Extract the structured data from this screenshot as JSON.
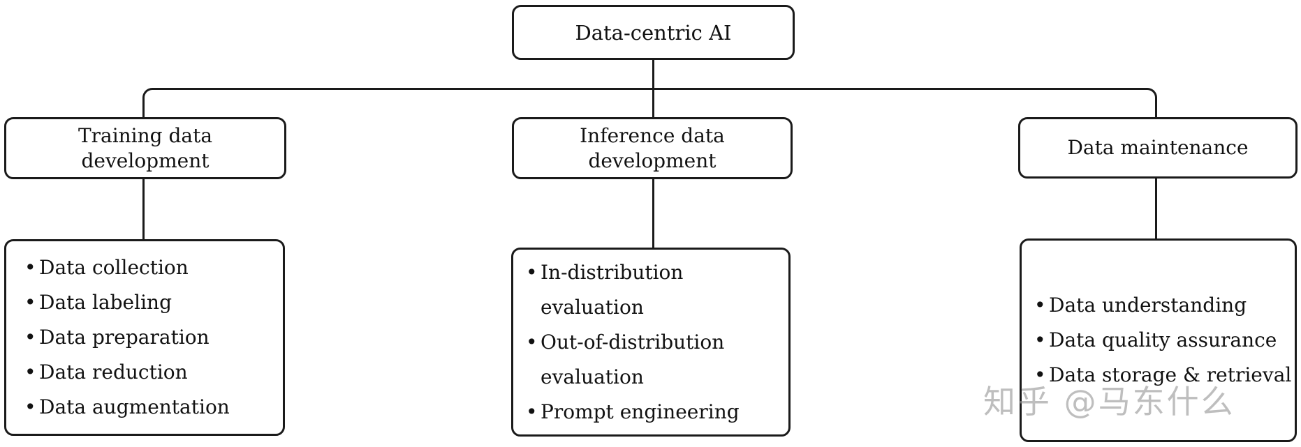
{
  "diagram": {
    "root": {
      "title": "Data-centric AI"
    },
    "bullet_char": "•",
    "branches": [
      {
        "title_lines": [
          "Training data",
          "development"
        ],
        "items": [
          {
            "lines": [
              "Data collection"
            ]
          },
          {
            "lines": [
              "Data labeling"
            ]
          },
          {
            "lines": [
              "Data preparation"
            ]
          },
          {
            "lines": [
              "Data reduction"
            ]
          },
          {
            "lines": [
              "Data augmentation"
            ]
          }
        ]
      },
      {
        "title_lines": [
          "Inference data",
          "development"
        ],
        "items": [
          {
            "lines": [
              "In-distribution",
              "evaluation"
            ]
          },
          {
            "lines": [
              "Out-of-distribution",
              "evaluation"
            ]
          },
          {
            "lines": [
              "Prompt engineering"
            ]
          }
        ]
      },
      {
        "title_lines": [
          "Data maintenance"
        ],
        "items": [
          {
            "lines": [
              "Data understanding"
            ]
          },
          {
            "lines": [
              "Data quality assurance"
            ]
          },
          {
            "lines": [
              "Data storage & retrieval"
            ]
          }
        ]
      }
    ],
    "watermark": {
      "text": "知乎 @马东什么"
    },
    "colors": {
      "line": "#1a1a1a",
      "text": "#111111",
      "background": "#ffffff",
      "watermark": "#c0c0c0"
    }
  }
}
